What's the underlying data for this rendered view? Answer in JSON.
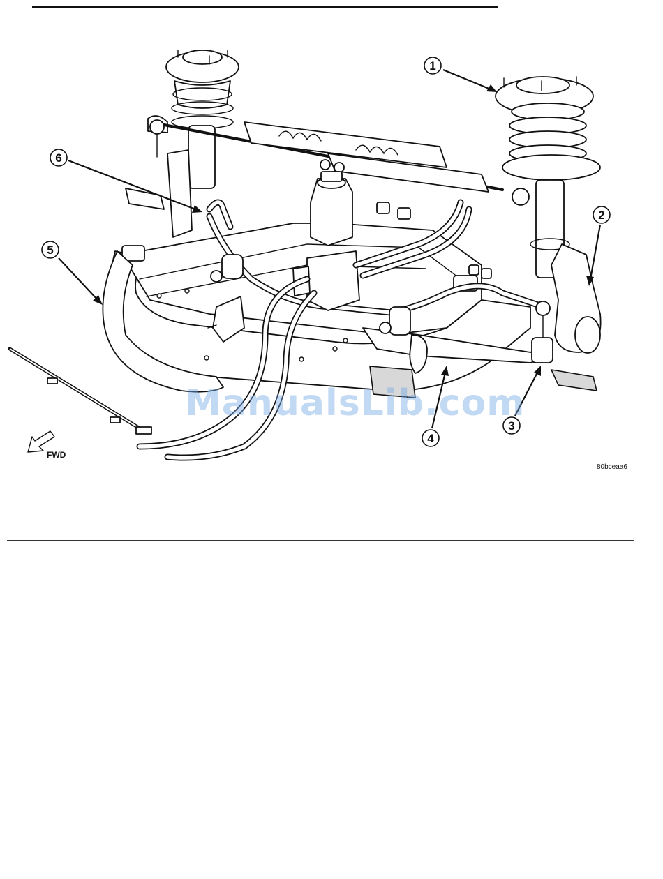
{
  "figure": {
    "callouts": [
      "1",
      "2",
      "3",
      "4",
      "5",
      "6"
    ],
    "direction_label": "FWD",
    "figure_id": "80bceaa6",
    "direction_icon": "arrow-forward-icon"
  },
  "watermark": {
    "text": "ManualsLib.com"
  },
  "colors": {
    "line": "#111111",
    "watermark": "#7aaae6",
    "background": "#ffffff"
  }
}
